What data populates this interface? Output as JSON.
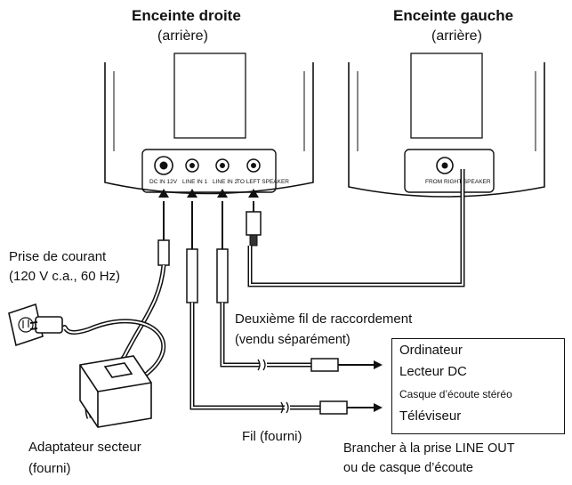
{
  "speakers": {
    "right": {
      "title": "Enceinte droite",
      "subtitle": "(arrière)"
    },
    "left": {
      "title": "Enceinte gauche",
      "subtitle": "(arrière)"
    }
  },
  "jacks": {
    "dc": "DC IN 12V",
    "line1": "LINE IN 1",
    "line2": "LINE IN 2",
    "to_left": "TO LEFT SPEAKER",
    "from_right": "FROM RIGHT SPEAKER"
  },
  "labels": {
    "power_plug_1": "Prise de courant",
    "power_plug_2": "(120 V c.a., 60 Hz)",
    "second_cable_1": "Deuxième fil de raccordement",
    "second_cable_2": "(vendu séparément)",
    "adapter_1": "Adaptateur secteur",
    "adapter_2": "(fourni)",
    "cable": "Fil (fourni)",
    "connect_1": "Brancher à la prise LINE OUT",
    "connect_2": "ou de casque d’écoute"
  },
  "devices": [
    "Ordinateur",
    "Lecteur DC",
    "Casque d’écoute stéréo",
    "Téléviseur"
  ]
}
